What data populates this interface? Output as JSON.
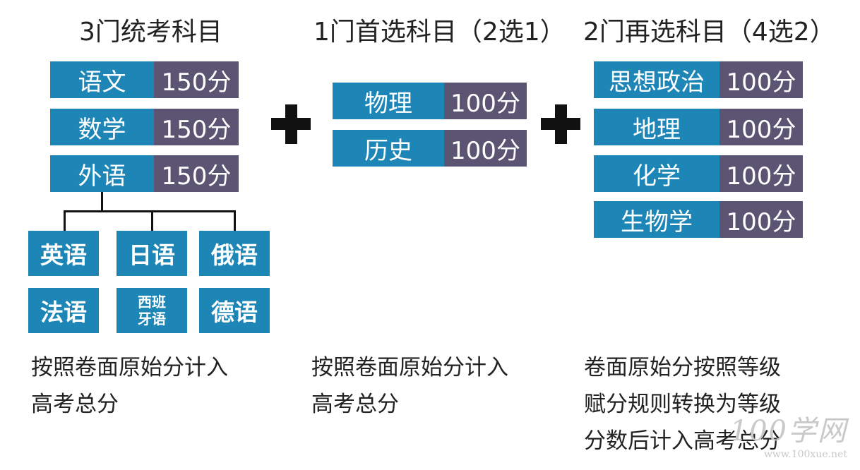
{
  "columns": [
    {
      "title": "3门统考科目",
      "desc": [
        "按照卷面原始分计入",
        "高考总分"
      ]
    },
    {
      "title": "1门首选科目（2选1）",
      "desc": [
        "按照卷面原始分计入",
        "高考总分"
      ]
    },
    {
      "title": "2门再选科目（4选2）",
      "desc": [
        "卷面原始分按照等级",
        "赋分规则转换为等级",
        "分数后计入高考总分"
      ]
    }
  ],
  "col1_subjects": [
    {
      "name": "语文",
      "score": "150分"
    },
    {
      "name": "数学",
      "score": "150分"
    },
    {
      "name": "外语",
      "score": "150分"
    }
  ],
  "languages": [
    "英语",
    "日语",
    "俄语",
    "法语",
    "西班",
    "牙语",
    "德语"
  ],
  "col2_subjects": [
    {
      "name": "物理",
      "score": "100分"
    },
    {
      "name": "历史",
      "score": "100分"
    }
  ],
  "col3_subjects": [
    {
      "name": "思想政治",
      "score": "100分"
    },
    {
      "name": "地理",
      "score": "100分"
    },
    {
      "name": "化学",
      "score": "100分"
    },
    {
      "name": "生物学",
      "score": "100分"
    }
  ],
  "watermark": {
    "logo": "100学网",
    "url": "www.100xue.net"
  },
  "colors": {
    "name_bg": "#1d86b6",
    "score_bg": "#5b5473"
  }
}
